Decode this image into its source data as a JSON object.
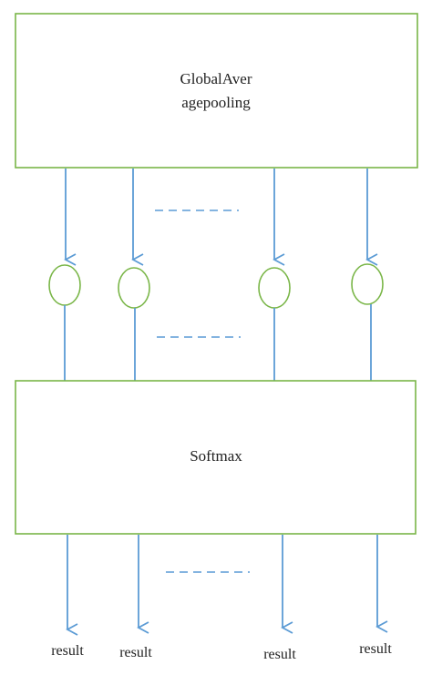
{
  "diagram": {
    "top_box": {
      "line1": "GlobalAver",
      "line2": "agepooling"
    },
    "bottom_box": {
      "label": "Softmax"
    },
    "outputs": [
      "result",
      "result",
      "result",
      "result"
    ],
    "colors": {
      "box_stroke": "#7ab648",
      "arrow": "#5b9bd5",
      "text": "#222222"
    }
  }
}
